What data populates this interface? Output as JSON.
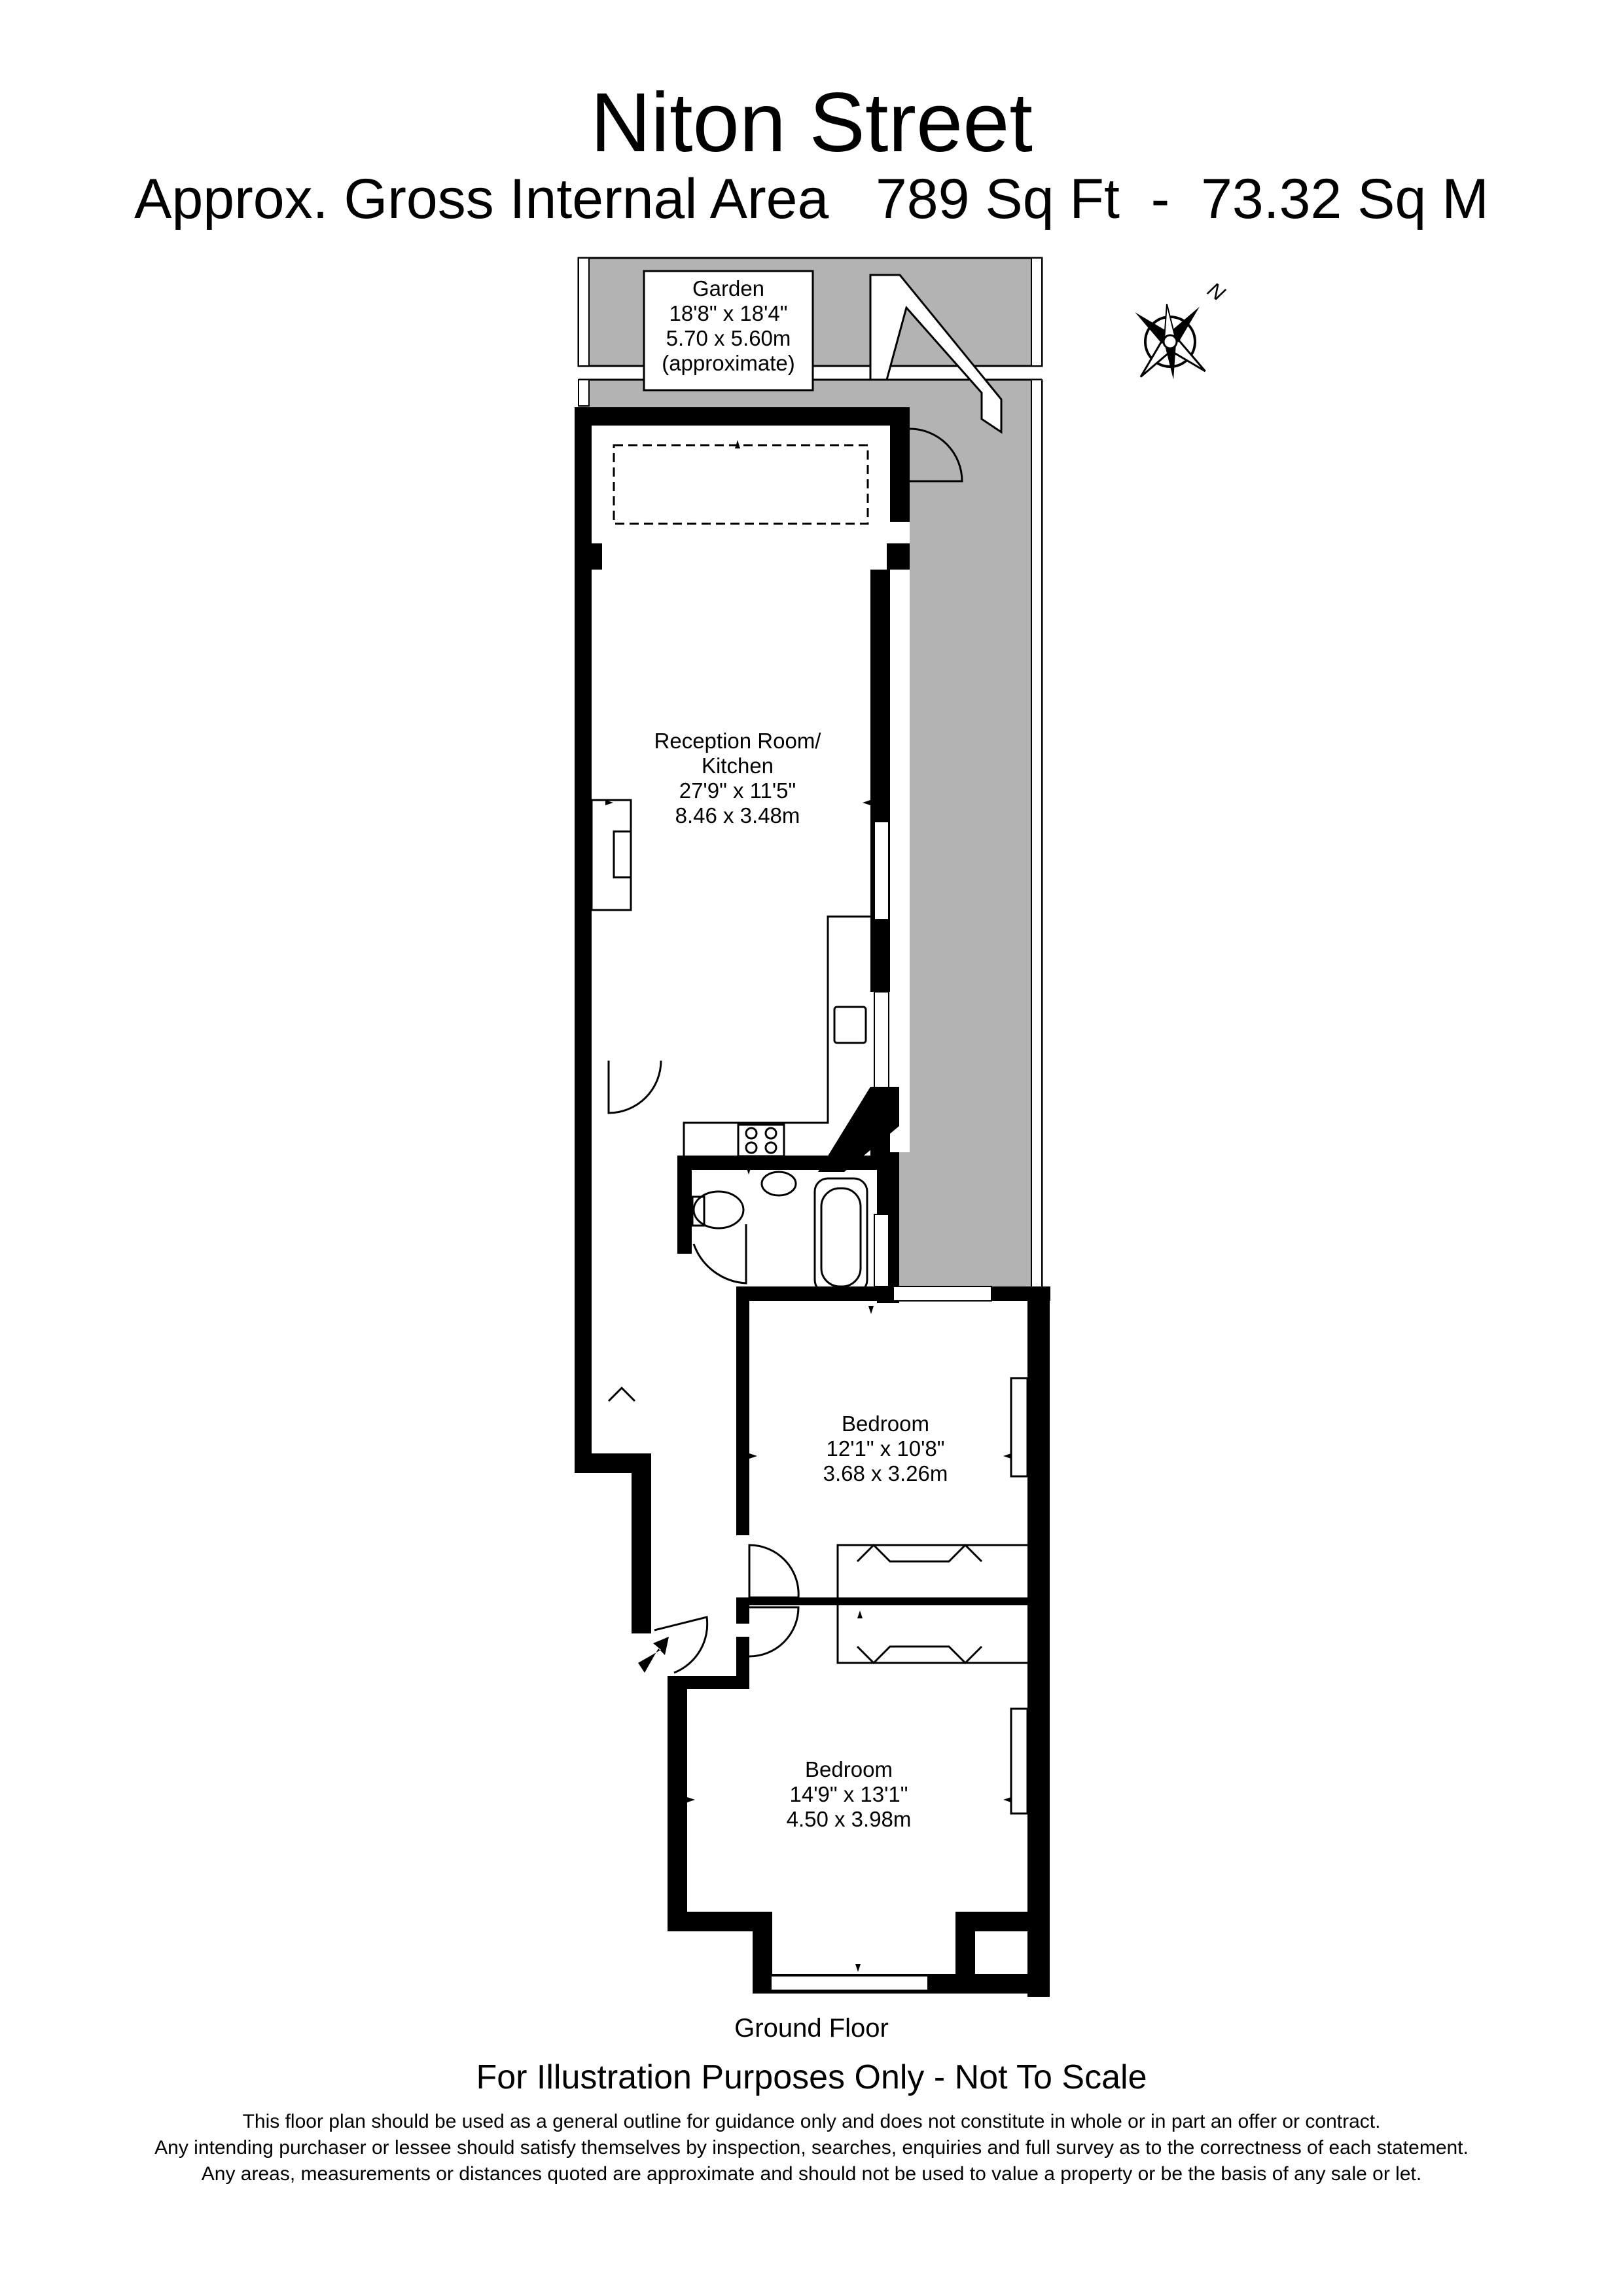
{
  "title": "Niton Street",
  "subtitle": "Approx. Gross Internal Area   789 Sq Ft  -  73.32 Sq M",
  "floor_label": "Ground Floor",
  "illustration_note": "For Illustration Purposes Only - Not To Scale",
  "disclaimer": [
    "This floor plan should be used as a general outline for guidance only and does not constitute in whole or in part an offer or contract.",
    "Any intending purchaser or lessee should satisfy themselves by inspection, searches, enquiries and full survey as to the correctness of each statement.",
    "Any areas, measurements or distances quoted are approximate and should not be used to value a property or be the basis of any sale or let."
  ],
  "compass": {
    "label": "N"
  },
  "rooms": {
    "garden": {
      "name": "Garden",
      "imperial": "18'8\" x 18'4\"",
      "metric": "5.70 x 5.60m",
      "note": "(approximate)"
    },
    "reception": {
      "name": "Reception Room/",
      "name2": "Kitchen",
      "imperial": "27'9\" x 11'5\"",
      "metric": "8.46 x 3.48m"
    },
    "bedroom1": {
      "name": "Bedroom",
      "imperial": "12'1\" x 10'8\"",
      "metric": "3.68 x 3.26m"
    },
    "bedroom2": {
      "name": "Bedroom",
      "imperial": "14'9\" x 13'1\"",
      "metric": "4.50 x 3.98m"
    }
  },
  "colors": {
    "wall": "#000000",
    "garden": "#b3b3b3",
    "background": "#ffffff"
  }
}
